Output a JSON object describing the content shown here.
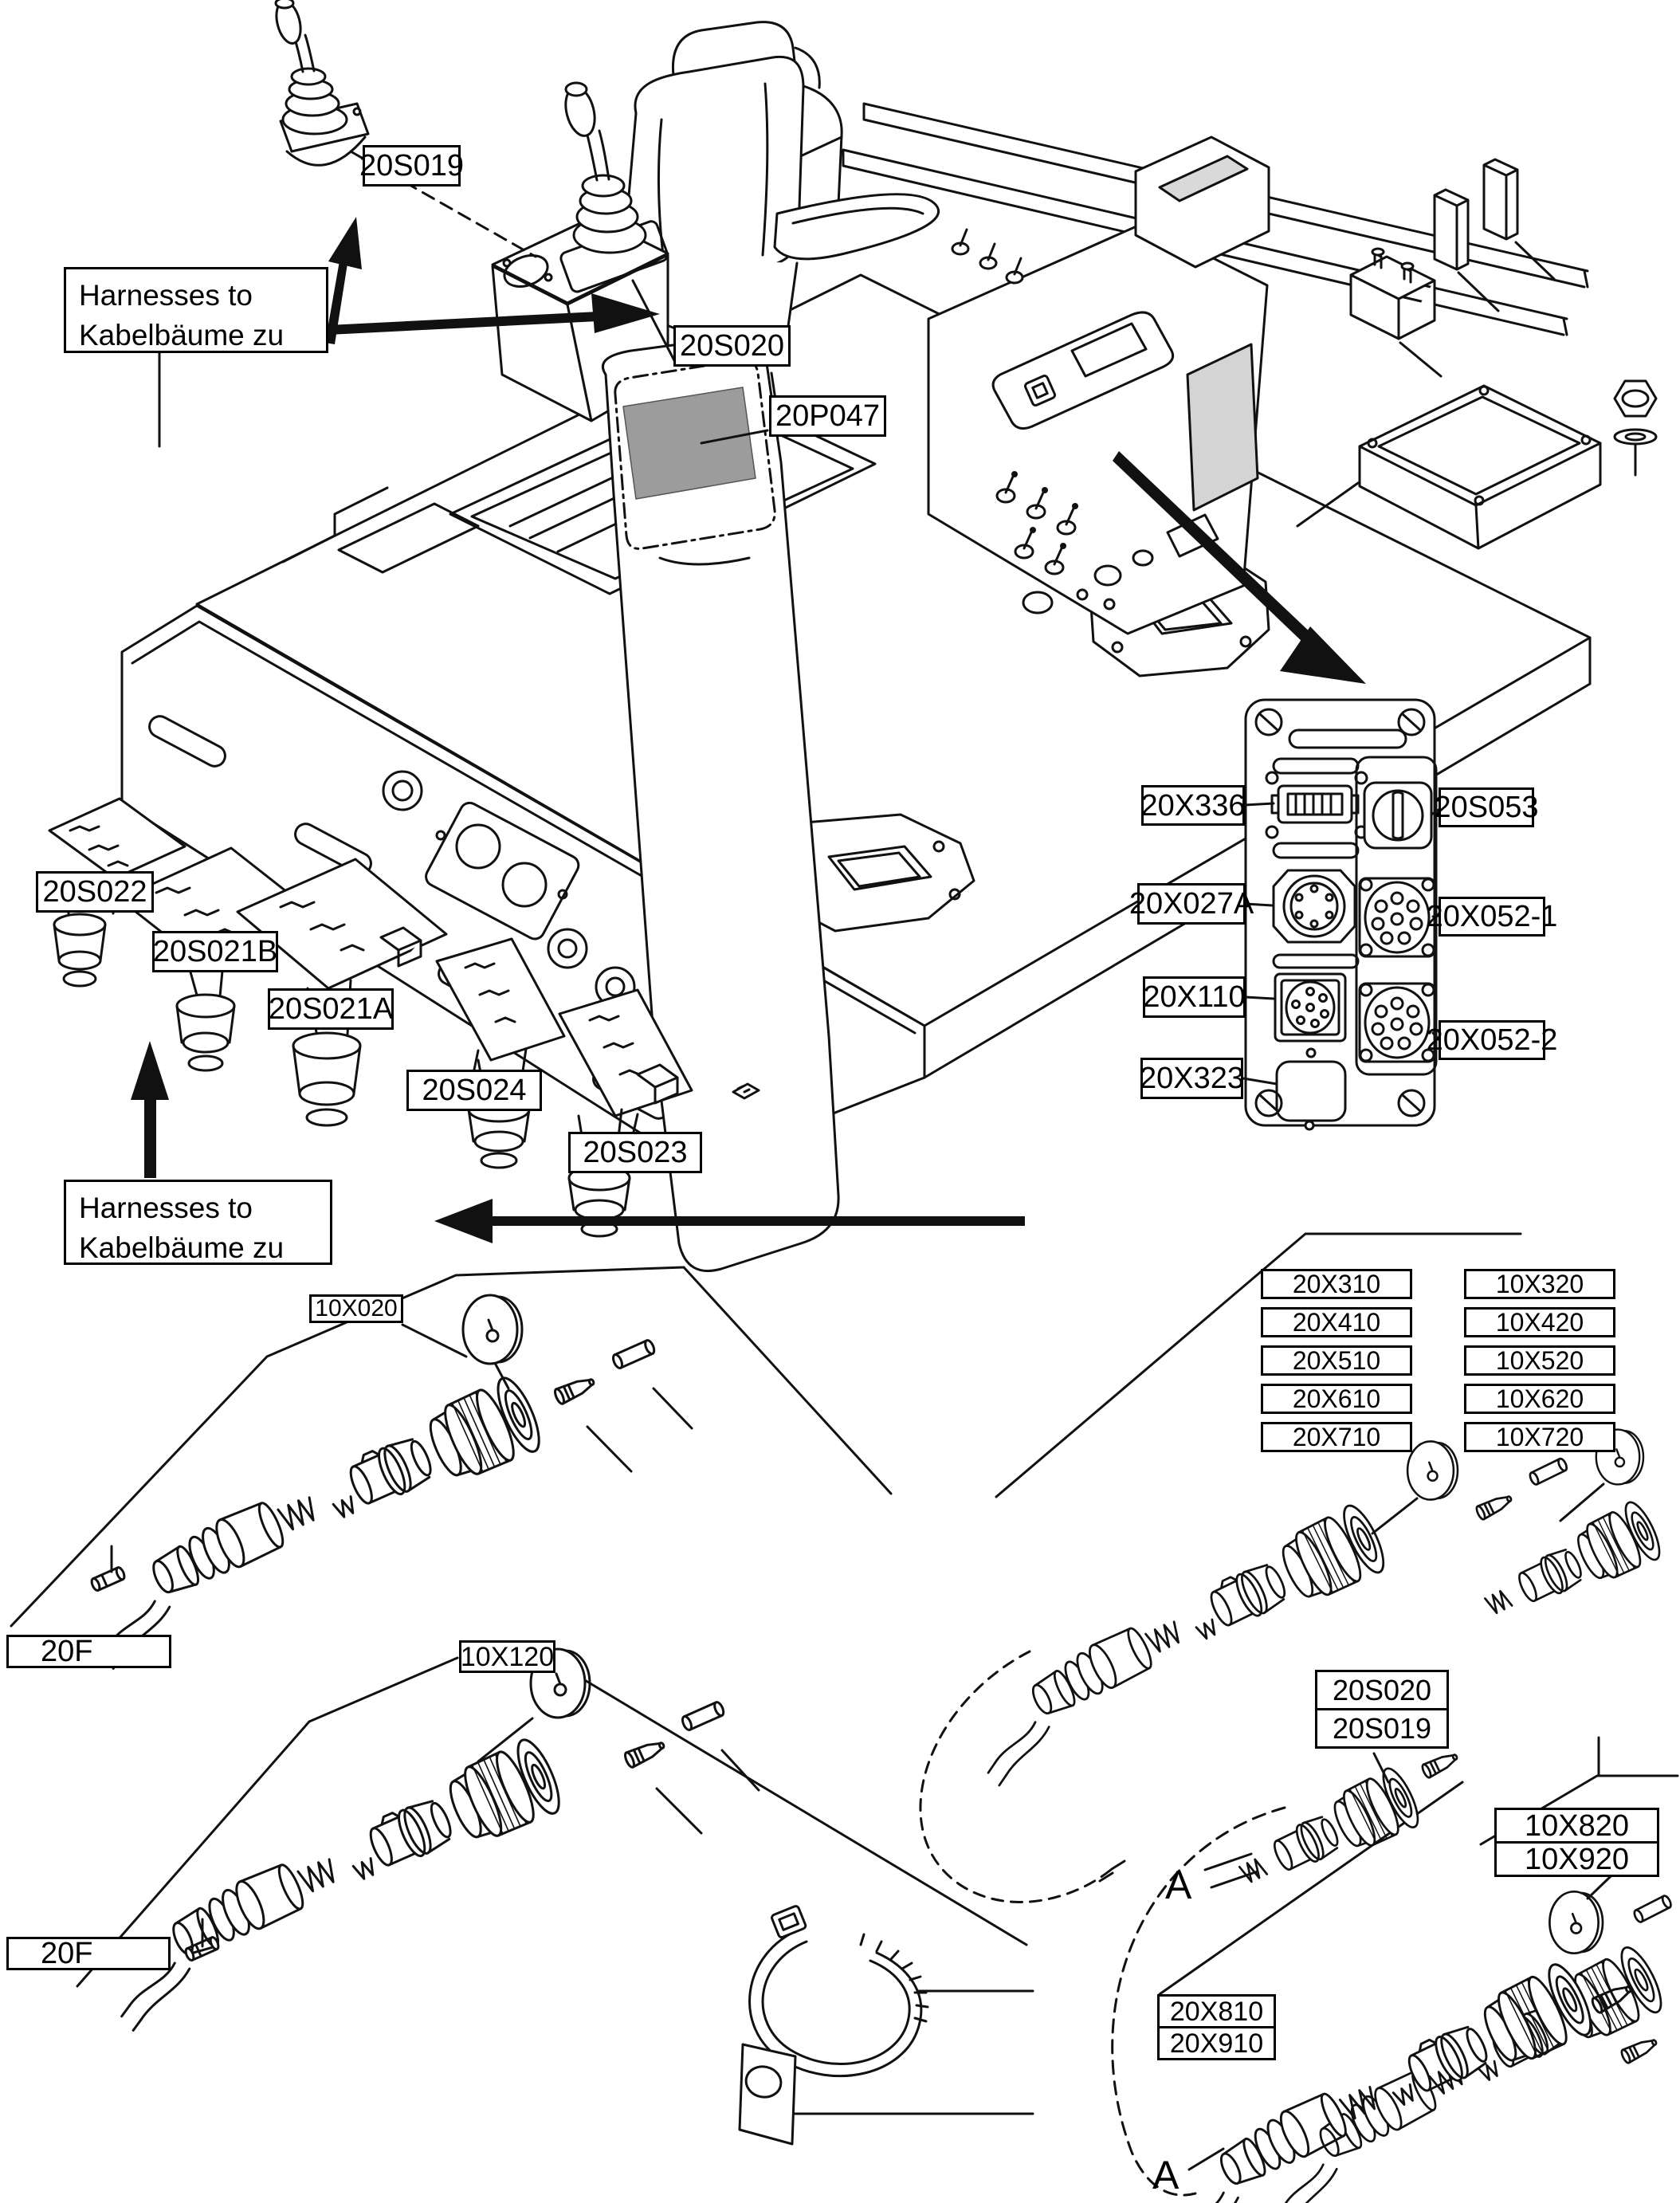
{
  "diagram": {
    "notes": {
      "top": {
        "line1": "Harnesses to",
        "line2": "Kabelbäume zu"
      },
      "bottom": {
        "line1": "Harnesses to",
        "line2": "Kabelbäume zu"
      }
    },
    "cab": {
      "joystick_detached": "20S019",
      "joystick_console": "20S020",
      "display": "20P047",
      "pedals": [
        "20S022",
        "20S021B",
        "20S021A",
        "20S024",
        "20S023"
      ]
    },
    "panel": {
      "left": [
        "20X336",
        "20X027A",
        "20X110",
        "20X323"
      ],
      "right": [
        "20S053",
        "20X052-1",
        "20X052-2"
      ]
    },
    "table": {
      "left": [
        "20X310",
        "20X410",
        "20X510",
        "20X610",
        "20X710"
      ],
      "right": [
        "10X320",
        "10X420",
        "10X520",
        "10X620",
        "10X720"
      ]
    },
    "groups": {
      "g1": {
        "connector": "10X020",
        "harness": "20F"
      },
      "g2": {
        "connector": "10X120",
        "harness": "20F"
      },
      "g3": {
        "connectors": [
          "20S020",
          "20S019"
        ]
      },
      "g4": {
        "connectors": [
          "10X820",
          "10X920"
        ]
      },
      "g5": {
        "connectors": [
          "20X810",
          "20X910"
        ]
      }
    },
    "ref_markers": {
      "top": "A",
      "bottom": "A"
    }
  }
}
